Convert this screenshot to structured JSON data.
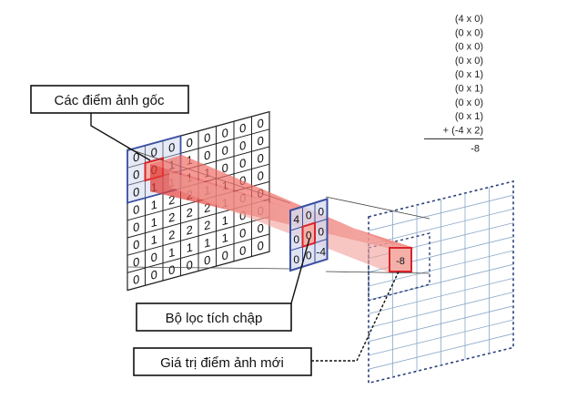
{
  "labels": {
    "source_pixels": "Các điểm ảnh gốc",
    "conv_filter": "Bộ lọc tích chập",
    "new_pixel": "Giá trị điểm ảnh mới"
  },
  "calculation": {
    "terms": [
      "(4 x 0)",
      "(0 x 0)",
      "(0 x 0)",
      "(0 x 0)",
      "(0 x 1)",
      "(0 x 1)",
      "(0 x 0)",
      "(0 x 1)",
      "+ (-4 x 2)"
    ],
    "result": "-8"
  },
  "source_grid": [
    [
      "0",
      "0",
      "0",
      "0",
      "0",
      "0",
      "0",
      "0"
    ],
    [
      "0",
      "0",
      "1",
      "1",
      "0",
      "0",
      "0",
      "0"
    ],
    [
      "0",
      "1",
      "1",
      "1",
      "1",
      "0",
      "0",
      "0"
    ],
    [
      "0",
      "1",
      "2",
      "2",
      "1",
      "1",
      "0",
      "0"
    ],
    [
      "0",
      "1",
      "2",
      "2",
      "2",
      "1",
      "0",
      "0"
    ],
    [
      "0",
      "1",
      "2",
      "2",
      "2",
      "1",
      "0",
      "0"
    ],
    [
      "0",
      "0",
      "1",
      "1",
      "1",
      "1",
      "0",
      "0"
    ],
    [
      "0",
      "0",
      "0",
      "0",
      "0",
      "0",
      "0",
      "0"
    ]
  ],
  "filter_grid": [
    [
      "4",
      "0",
      "0"
    ],
    [
      "0",
      "0",
      "0"
    ],
    [
      "0",
      "0",
      "-4"
    ]
  ],
  "output_value": "-8",
  "colors": {
    "highlight_red": "#d9242b",
    "highlight_fill": "#f4b0a8",
    "beam_fill": "#e8554e",
    "filter_border": "#3b4fa0",
    "grid_line": "#222222",
    "output_grid": "#8aa8c8"
  }
}
